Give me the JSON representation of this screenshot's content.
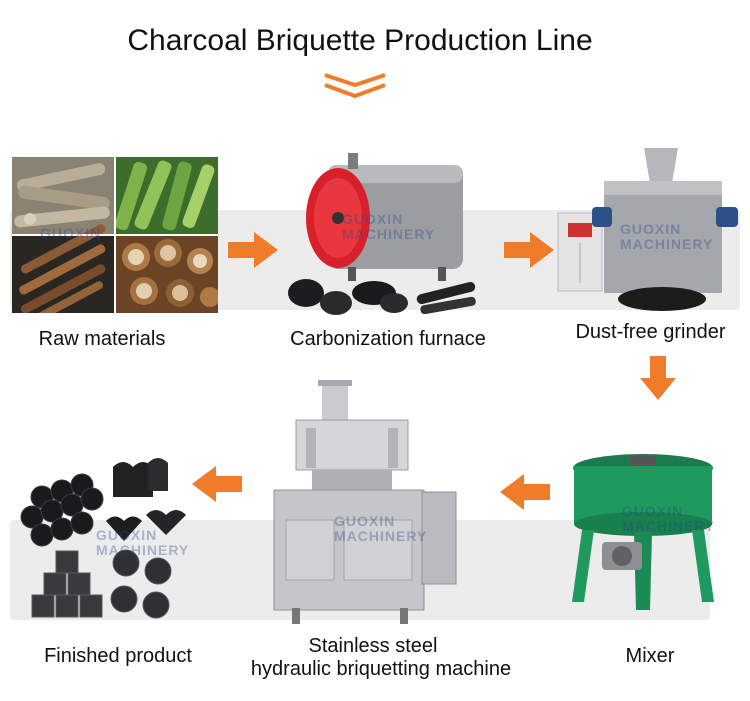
{
  "title": "Charcoal Briquette Production Line",
  "accent_color": "#f07c2a",
  "watermark": {
    "line1": "GUOXIN",
    "line2": "MACHINERY"
  },
  "steps": [
    {
      "label": "Raw materials"
    },
    {
      "label": "Carbonization furnace"
    },
    {
      "label": "Dust-free grinder"
    },
    {
      "label": "Mixer"
    },
    {
      "label_line1": "Stainless steel",
      "label_line2": "hydraulic briquetting machine"
    },
    {
      "label": "Finished product"
    }
  ],
  "icons": [
    "chevron-down-icon",
    "arrow-right-icon",
    "arrow-down-icon",
    "arrow-left-icon"
  ]
}
